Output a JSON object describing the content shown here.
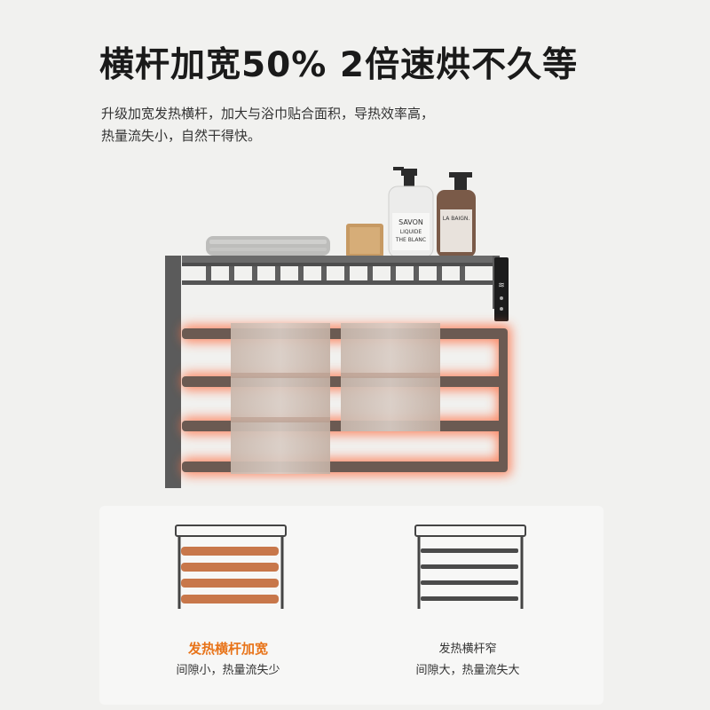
{
  "headline": "横杆加宽50%  2倍速烘不久等",
  "description": {
    "line1": "升级加宽发热横杆，加大与浴巾贴合面积，导热效率高，",
    "line2": "热量流失小，自然干得快。"
  },
  "product": {
    "bottle1_label": "SAVON LIQUIDE THE BLANC",
    "bottle2_label": "LA BAIGNOIRE",
    "display_icon": "heat-icon"
  },
  "comparison": {
    "left": {
      "title": "发热横杆加宽",
      "subtitle": "间隙小，热量流失少",
      "bar_color": "#c8774a"
    },
    "right": {
      "title": "发热横杆窄",
      "subtitle": "间隙大，热量流失大",
      "bar_color": "#4a4a4a"
    }
  },
  "colors": {
    "accent": "#e8741a",
    "glow": "#ff6a3d",
    "rack": "#5b5b5b"
  }
}
